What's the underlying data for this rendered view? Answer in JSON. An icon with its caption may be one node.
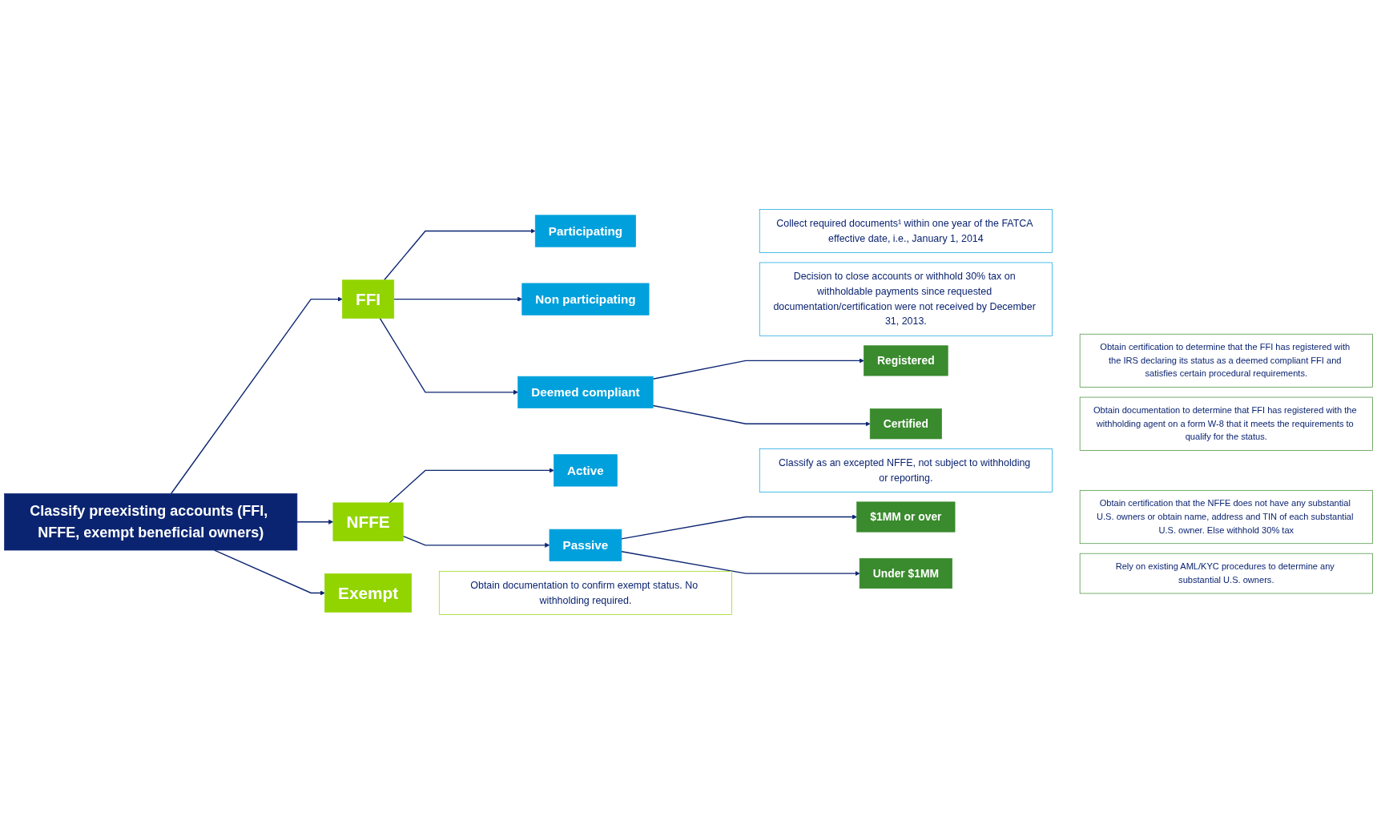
{
  "diagram": {
    "nodes": [
      {
        "text": [
          "Classify preexisting accounts (FFI, NFFE, exempt beneficial owners)"
        ]
      },
      {
        "text": [
          "FFI"
        ]
      },
      {
        "text": [
          "Participating"
        ]
      },
      {
        "text": [
          "Collect required documents¹ within one year of the FATCA effective date, i.e., January 1, 2014"
        ]
      },
      {
        "text": [
          "Non participating"
        ]
      },
      {
        "text": [
          "Decision to close accounts or withhold 30% tax on withholdable payments since requested documentation/certification were not received by December 31, 2013."
        ]
      },
      {
        "text": [
          "Deemed compliant"
        ]
      },
      {
        "text": [
          "Registered"
        ]
      },
      {
        "text": [
          "Obtain certification to determine that the FFI has registered with the IRS declaring its status as a deemed compliant FFI and satisfies certain procedural requirements."
        ]
      },
      {
        "text": [
          "Certified"
        ]
      },
      {
        "text": [
          "Obtain documentation to determine that FFI has registered with the withholding agent on a form W-8 that it meets the requirements to qualify for the status."
        ]
      },
      {
        "text": [
          "NFFE"
        ]
      },
      {
        "text": [
          "Active"
        ]
      },
      {
        "text": [
          "Classify as an excepted NFFE, not subject to withholding or reporting."
        ]
      },
      {
        "text": [
          "Passive"
        ]
      },
      {
        "text": [
          "$1MM or over"
        ]
      },
      {
        "text": [
          "Obtain certification that the NFFE does not have any substantial U.S. owners or obtain name, address and TIN of each substantial U.S. owner. Else withhold 30% tax"
        ]
      },
      {
        "text": [
          "Under $1MM"
        ]
      },
      {
        "text": [
          "Rely on existing AML/KYC procedures to determine any substantial U.S. owners."
        ]
      },
      {
        "text": [
          "Exempt"
        ]
      },
      {
        "text": [
          "Obtain documentation to confirm exempt status. No withholding required."
        ]
      }
    ],
    "edges": [
      {
        "from": 0,
        "to": 1,
        "arrow": "to"
      },
      {
        "from": 0,
        "to": 11,
        "arrow": "to"
      },
      {
        "from": 0,
        "to": 19,
        "arrow": "to"
      },
      {
        "from": 1,
        "to": 2,
        "arrow": "to"
      },
      {
        "from": 1,
        "to": 4,
        "arrow": "to"
      },
      {
        "from": 1,
        "to": 6,
        "arrow": "to"
      },
      {
        "from": 6,
        "to": 7,
        "arrow": "to"
      },
      {
        "from": 6,
        "to": 9,
        "arrow": "to"
      },
      {
        "from": 11,
        "to": 12,
        "arrow": "to"
      },
      {
        "from": 11,
        "to": 14,
        "arrow": "to"
      },
      {
        "from": 14,
        "to": 15,
        "arrow": "to"
      },
      {
        "from": 14,
        "to": 17,
        "arrow": "to"
      }
    ]
  }
}
